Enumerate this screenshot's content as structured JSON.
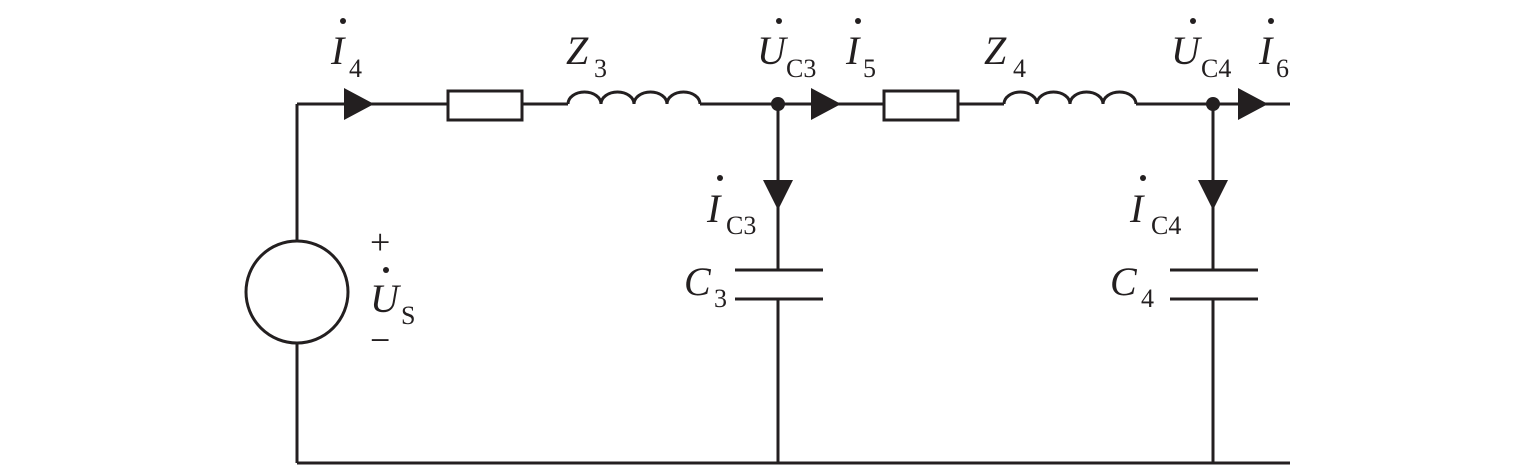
{
  "diagram": {
    "source": {
      "symbol": "U",
      "subscript": "S",
      "plus": "+",
      "minus": "−"
    },
    "currents": {
      "i4": {
        "symbol": "I",
        "subscript": "4"
      },
      "i5": {
        "symbol": "I",
        "subscript": "5"
      },
      "i6": {
        "symbol": "I",
        "subscript": "6"
      },
      "ic3": {
        "symbol": "I",
        "subscript": "C3"
      },
      "ic4": {
        "symbol": "I",
        "subscript": "C4"
      }
    },
    "voltages": {
      "uc3": {
        "symbol": "U",
        "subscript": "C3"
      },
      "uc4": {
        "symbol": "U",
        "subscript": "C4"
      }
    },
    "impedances": {
      "z3": {
        "symbol": "Z",
        "subscript": "3"
      },
      "z4": {
        "symbol": "Z",
        "subscript": "4"
      }
    },
    "capacitors": {
      "c3": {
        "symbol": "C",
        "subscript": "3"
      },
      "c4": {
        "symbol": "C",
        "subscript": "4"
      }
    }
  }
}
